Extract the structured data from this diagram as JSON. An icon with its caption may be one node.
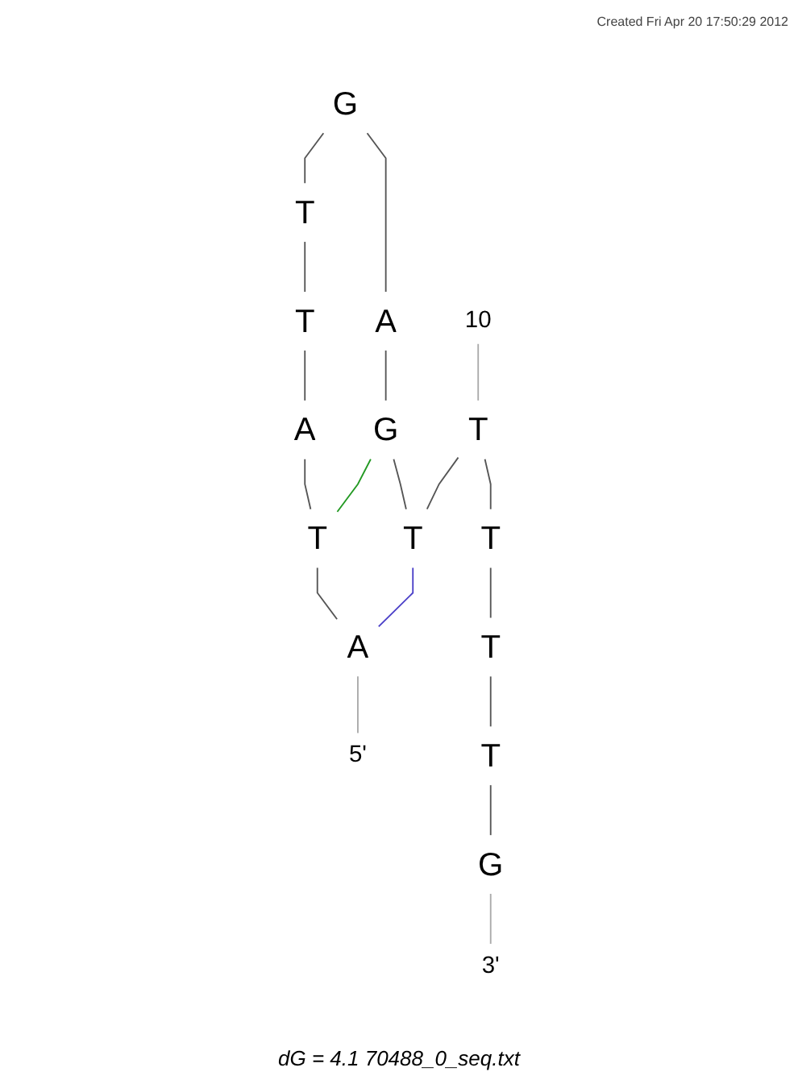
{
  "diagram": {
    "caption": "dG = 4.1 70488_0_seq.txt",
    "nodes": [
      {
        "text": [
          "5'"
        ]
      },
      {
        "text": [
          "A"
        ]
      },
      {
        "text": [
          "T"
        ]
      },
      {
        "text": [
          "A"
        ]
      },
      {
        "text": [
          "T"
        ]
      },
      {
        "text": [
          "T"
        ]
      },
      {
        "text": [
          "G"
        ]
      },
      {
        "text": [
          "A"
        ]
      },
      {
        "text": [
          "G"
        ]
      },
      {
        "text": [
          "T"
        ]
      },
      {
        "text": [
          "T"
        ]
      },
      {
        "text": [
          "T"
        ]
      },
      {
        "text": [
          "T"
        ]
      },
      {
        "text": [
          "T"
        ]
      },
      {
        "text": [
          "G"
        ]
      },
      {
        "text": [
          "3'"
        ]
      },
      {
        "text": [
          "10"
        ]
      }
    ],
    "edges": [
      {
        "from": 1,
        "to": 0,
        "arrow": "none",
        "color": "#aaaaaa"
      },
      {
        "from": 2,
        "to": 1,
        "arrow": "none"
      },
      {
        "from": 3,
        "to": 2,
        "arrow": "none"
      },
      {
        "from": 4,
        "to": 3,
        "arrow": "none"
      },
      {
        "from": 5,
        "to": 4,
        "arrow": "none"
      },
      {
        "from": 6,
        "to": 5,
        "arrow": "none"
      },
      {
        "from": 6,
        "to": 7,
        "arrow": "none"
      },
      {
        "from": 7,
        "to": 8,
        "arrow": "none"
      },
      {
        "from": 8,
        "to": 9,
        "arrow": "none"
      },
      {
        "from": 10,
        "to": 9,
        "arrow": "none"
      },
      {
        "from": 10,
        "to": 11,
        "arrow": "none"
      },
      {
        "from": 11,
        "to": 12,
        "arrow": "none"
      },
      {
        "from": 12,
        "to": 13,
        "arrow": "none"
      },
      {
        "from": 13,
        "to": 14,
        "arrow": "none"
      },
      {
        "from": 14,
        "to": 15,
        "arrow": "none",
        "color": "#aaaaaa"
      },
      {
        "from": 8,
        "to": 2,
        "arrow": "none",
        "color": "#229922"
      },
      {
        "from": 9,
        "to": 1,
        "arrow": "none",
        "color": "#4b40c8"
      },
      {
        "from": 16,
        "to": 10,
        "arrow": "none",
        "color": "#aaaaaa"
      }
    ],
    "labels": [
      "Created Fri Apr 20 17:50:29 2012"
    ]
  }
}
